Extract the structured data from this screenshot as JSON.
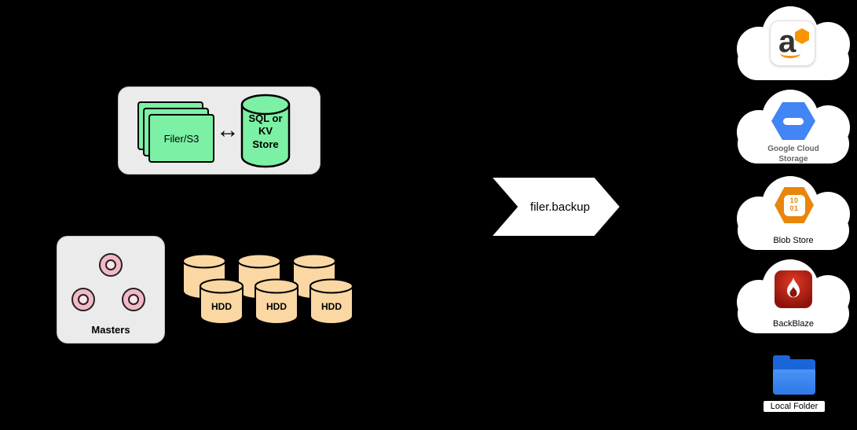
{
  "filer_group": {
    "filer_label": "Filer/S3",
    "link_arrow": "↔",
    "store_label": "SQL or\nKV\nStore"
  },
  "masters_group": {
    "label": "Masters"
  },
  "volumes": {
    "hdd_labels": [
      "HDD",
      "HDD",
      "HDD"
    ]
  },
  "backup": {
    "label": "filer.backup"
  },
  "destinations": [
    {
      "id": "aws-s3",
      "icon": "aws-logo-icon",
      "icon_text": "a"
    },
    {
      "id": "google-cloud-storage",
      "icon": "gcp-hexagon-icon",
      "label": "Google Cloud\nStorage"
    },
    {
      "id": "azure-blob-store",
      "icon": "blob-hexagon-icon",
      "icon_text": "10\n01",
      "label": "Blob Store"
    },
    {
      "id": "backblaze",
      "icon": "backblaze-flame-icon",
      "label": "BackBlaze"
    },
    {
      "id": "local-folder",
      "icon": "folder-icon",
      "label": "Local Folder"
    }
  ],
  "colors": {
    "background": "#000000",
    "panel_gray": "#EBEBEB",
    "node_green": "#7CF0A4",
    "volume_peach": "#FBD7A3",
    "master_pink": "#F3B9C6",
    "gcp_blue": "#4285F4",
    "blob_orange": "#E8860C",
    "backblaze_red": "#B01E12",
    "folder_blue": "#2F7DE1",
    "banner_white": "#FFFFFF"
  }
}
